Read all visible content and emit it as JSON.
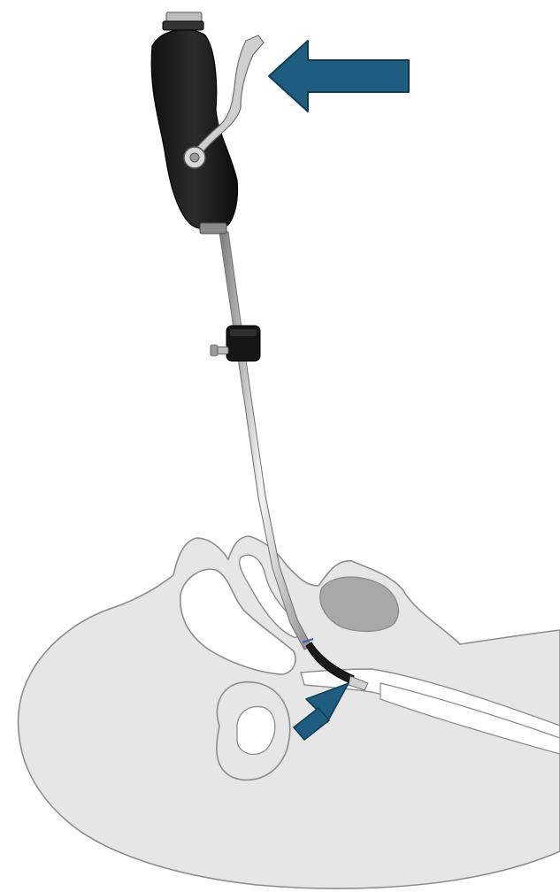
{
  "figure": {
    "colors": {
      "background": "#ffffff",
      "anatomy_fill": "#e6e6e6",
      "anatomy_stroke": "#8c8c8c",
      "soft_tissue": "#a8a8a8",
      "handle": "#1d1d1d",
      "shaft": "#c9c9c9",
      "arrow": "#1f5d80"
    },
    "icons": [
      "device-handle",
      "insertion-shaft",
      "lever",
      "arrow-left",
      "arrow-up-right"
    ]
  }
}
